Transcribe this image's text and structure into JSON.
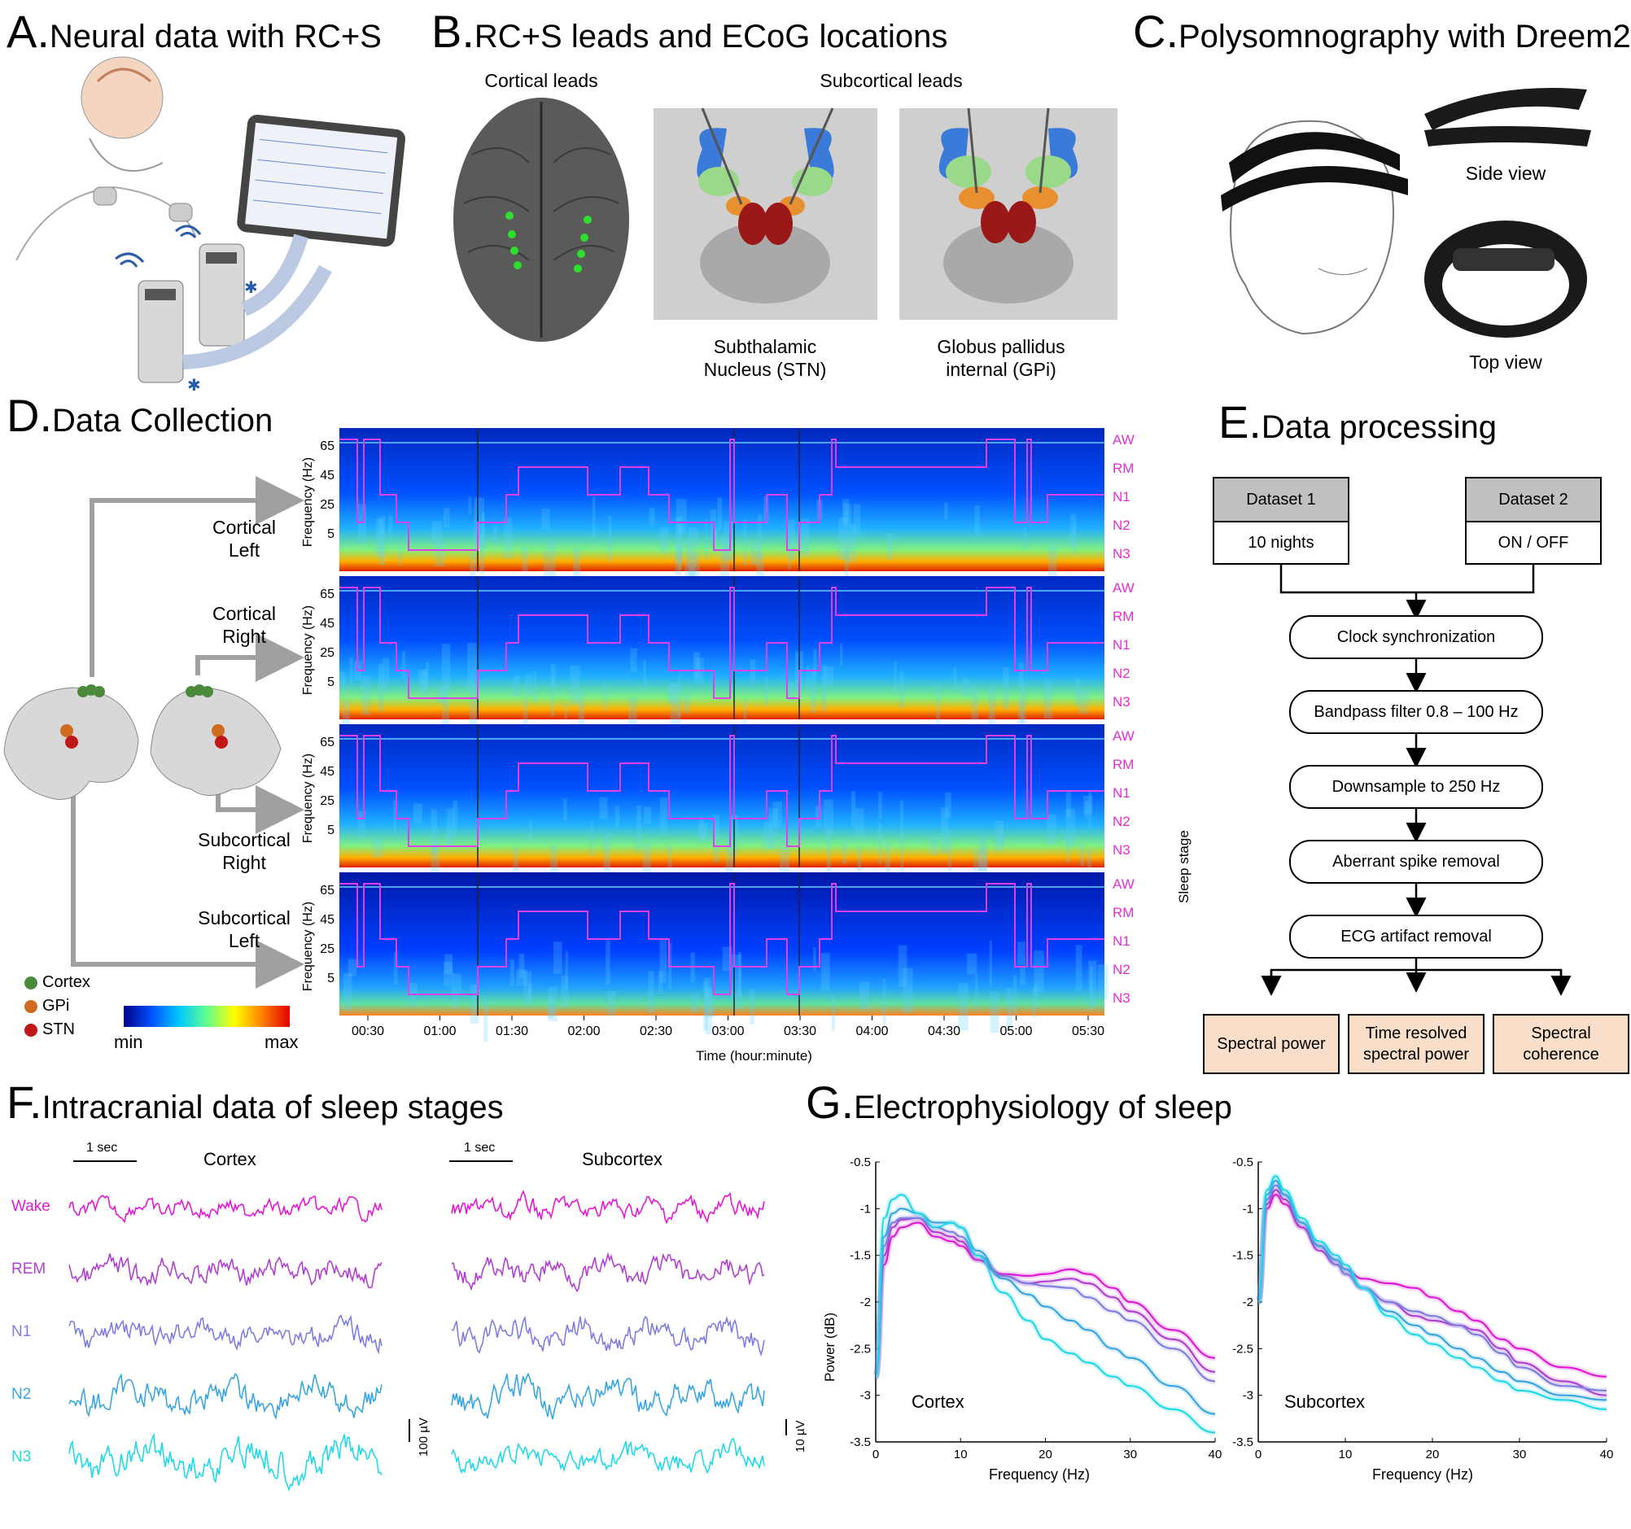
{
  "panels": {
    "A": {
      "letter": "A.",
      "title": "Neural data with RC+S"
    },
    "B": {
      "letter": "B.",
      "title": "RC+S leads and ECoG locations",
      "cortical_leads": "Cortical leads",
      "subcortical_leads": "Subcortical leads",
      "stn": "Subthalamic\nNucleus (STN)",
      "gpi": "Globus pallidus\ninternal (GPi)"
    },
    "C": {
      "letter": "C.",
      "title": "Polysomnography with Dreem2",
      "side_view": "Side view",
      "top_view": "Top view"
    },
    "D": {
      "letter": "D.",
      "title": "Data Collection",
      "rows": [
        {
          "label": "Cortical\nLeft"
        },
        {
          "label": "Cortical\nRight"
        },
        {
          "label": "Subcortical\nRight"
        },
        {
          "label": "Subcortical\nLeft"
        }
      ],
      "freq_axis_label": "Frequency (Hz)",
      "freq_ticks": [
        "65",
        "45",
        "25",
        "5"
      ],
      "stages": [
        "AW",
        "RM",
        "N1",
        "N2",
        "N3"
      ],
      "sleep_stage_label": "Sleep stage",
      "time_ticks": [
        "00:30",
        "01:00",
        "01:30",
        "02:00",
        "02:30",
        "03:00",
        "03:30",
        "04:00",
        "04:30",
        "05:00",
        "05:30"
      ],
      "time_axis_label": "Time (hour:minute)",
      "legend": [
        {
          "name": "Cortex",
          "color": "#4a8a3a"
        },
        {
          "name": "GPi",
          "color": "#d06a20"
        },
        {
          "name": "STN",
          "color": "#c01818"
        }
      ],
      "colorbar_min": "min",
      "colorbar_max": "max"
    },
    "E": {
      "letter": "E.",
      "title": "Data processing",
      "dataset1_header": "Dataset 1",
      "dataset1_value": "10 nights",
      "dataset2_header": "Dataset 2",
      "dataset2_value": "ON / OFF",
      "steps": [
        "Clock synchronization",
        "Bandpass filter 0.8 – 100 Hz",
        "Downsample to 250 Hz",
        "Aberrant spike removal",
        "ECG artifact removal"
      ],
      "outputs": [
        "Spectral power",
        "Time resolved\nspectral power",
        "Spectral\ncoherence"
      ]
    },
    "F": {
      "letter": "F.",
      "title": "Intracranial data of sleep stages",
      "scale_time": "1 sec",
      "cortex": "Cortex",
      "subcortex": "Subcortex",
      "stages": [
        {
          "name": "Wake",
          "color": "#e01ad4"
        },
        {
          "name": "REM",
          "color": "#b040d0"
        },
        {
          "name": "N1",
          "color": "#7f7ee0"
        },
        {
          "name": "N2",
          "color": "#3aa6e0"
        },
        {
          "name": "N3",
          "color": "#22d8e8"
        }
      ],
      "scale_cortex": "100 µV",
      "scale_subcortex": "10 µV"
    },
    "G": {
      "letter": "G.",
      "title": "Electrophysiology of sleep",
      "ylabel": "Power (dB)",
      "xlabel": "Frequency (Hz)",
      "cortex": "Cortex",
      "subcortex": "Subcortex"
    }
  },
  "chart_data": [
    {
      "type": "line",
      "title": "Cortex",
      "xlabel": "Frequency (Hz)",
      "ylabel": "Power (dB)",
      "xlim": [
        0,
        40
      ],
      "ylim": [
        -3.5,
        -0.5
      ],
      "xticks": [
        "0",
        "10",
        "20",
        "30",
        "40"
      ],
      "yticks": [
        "-0.5",
        "-1",
        "-1.5",
        "-2",
        "-2.5",
        "-3",
        "-3.5"
      ],
      "x": [
        0,
        1,
        2,
        3,
        5,
        7,
        9,
        10,
        12,
        15,
        18,
        20,
        23,
        25,
        28,
        30,
        35,
        40
      ],
      "series": [
        {
          "color": "#e01ad4",
          "values": [
            -2.8,
            -1.6,
            -1.3,
            -1.2,
            -1.15,
            -1.3,
            -1.35,
            -1.4,
            -1.55,
            -1.7,
            -1.72,
            -1.7,
            -1.65,
            -1.7,
            -1.85,
            -2.0,
            -2.3,
            -2.6
          ]
        },
        {
          "color": "#b040d0",
          "values": [
            -2.8,
            -1.5,
            -1.2,
            -1.12,
            -1.1,
            -1.25,
            -1.3,
            -1.35,
            -1.55,
            -1.72,
            -1.8,
            -1.78,
            -1.75,
            -1.8,
            -1.95,
            -2.1,
            -2.4,
            -2.75
          ]
        },
        {
          "color": "#7f7ee0",
          "values": [
            -2.8,
            -1.4,
            -1.15,
            -1.1,
            -1.1,
            -1.2,
            -1.25,
            -1.3,
            -1.5,
            -1.72,
            -1.8,
            -1.83,
            -1.85,
            -1.95,
            -2.1,
            -2.2,
            -2.5,
            -2.85
          ]
        },
        {
          "color": "#3aa6e0",
          "values": [
            -2.8,
            -1.3,
            -1.05,
            -1.0,
            -1.05,
            -1.15,
            -1.15,
            -1.2,
            -1.45,
            -1.75,
            -1.92,
            -2.05,
            -2.2,
            -2.3,
            -2.5,
            -2.6,
            -2.9,
            -3.2
          ]
        },
        {
          "color": "#22d8e8",
          "values": [
            -2.8,
            -1.1,
            -0.9,
            -0.85,
            -1.05,
            -1.2,
            -1.15,
            -1.2,
            -1.5,
            -1.9,
            -2.2,
            -2.4,
            -2.55,
            -2.65,
            -2.8,
            -2.9,
            -3.15,
            -3.4
          ]
        }
      ]
    },
    {
      "type": "line",
      "title": "Subcortex",
      "xlabel": "Frequency (Hz)",
      "ylabel": "",
      "xlim": [
        0,
        40
      ],
      "ylim": [
        -3.5,
        -0.5
      ],
      "xticks": [
        "0",
        "10",
        "20",
        "30",
        "40"
      ],
      "yticks": [
        "-0.5",
        "-1",
        "-1.5",
        "-2",
        "-2.5",
        "-3",
        "-3.5"
      ],
      "x": [
        0,
        1,
        2,
        3,
        5,
        7,
        9,
        10,
        12,
        15,
        18,
        20,
        23,
        25,
        28,
        30,
        35,
        40
      ],
      "series": [
        {
          "color": "#e01ad4",
          "values": [
            -2.0,
            -1.0,
            -0.85,
            -0.95,
            -1.2,
            -1.4,
            -1.55,
            -1.65,
            -1.75,
            -1.8,
            -1.85,
            -1.95,
            -2.1,
            -2.2,
            -2.4,
            -2.5,
            -2.7,
            -2.8
          ]
        },
        {
          "color": "#b040d0",
          "values": [
            -2.0,
            -0.95,
            -0.8,
            -0.9,
            -1.2,
            -1.45,
            -1.6,
            -1.7,
            -1.85,
            -2.0,
            -2.15,
            -2.2,
            -2.25,
            -2.3,
            -2.5,
            -2.65,
            -2.85,
            -3.0
          ]
        },
        {
          "color": "#7f7ee0",
          "values": [
            -2.0,
            -0.9,
            -0.75,
            -0.85,
            -1.15,
            -1.4,
            -1.6,
            -1.7,
            -1.85,
            -2.0,
            -2.1,
            -2.15,
            -2.25,
            -2.35,
            -2.55,
            -2.7,
            -2.9,
            -2.95
          ]
        },
        {
          "color": "#3aa6e0",
          "values": [
            -2.0,
            -0.85,
            -0.7,
            -0.85,
            -1.15,
            -1.4,
            -1.55,
            -1.65,
            -1.85,
            -2.1,
            -2.25,
            -2.35,
            -2.5,
            -2.6,
            -2.75,
            -2.85,
            -3.0,
            -3.05
          ]
        },
        {
          "color": "#22d8e8",
          "values": [
            -2.0,
            -0.8,
            -0.65,
            -0.8,
            -1.1,
            -1.35,
            -1.5,
            -1.6,
            -1.85,
            -2.15,
            -2.35,
            -2.45,
            -2.6,
            -2.7,
            -2.85,
            -2.95,
            -3.05,
            -3.15
          ]
        }
      ]
    }
  ]
}
